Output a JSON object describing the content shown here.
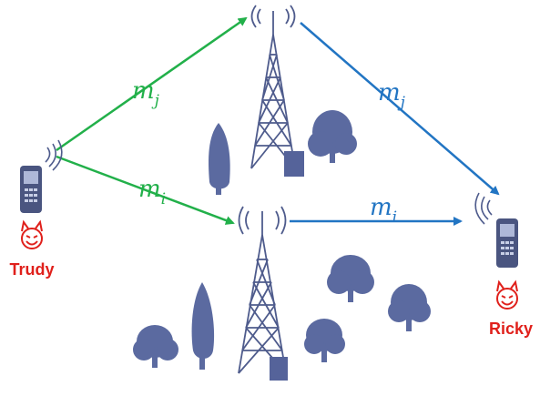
{
  "colors": {
    "green_path": "#22b04a",
    "blue_path": "#2275c3",
    "attacker_red": "#e0201b",
    "tower": "#4e5b8c",
    "tree": "#5b6aa0",
    "phone": "#4a5580"
  },
  "actors": {
    "sender": {
      "name": "Trudy",
      "icon": "devil-face-icon"
    },
    "receiver": {
      "name": "Ricky",
      "icon": "devil-face-icon"
    }
  },
  "messages": {
    "upper_left": {
      "base": "m",
      "sub": "j"
    },
    "upper_right": {
      "base": "m",
      "sub": "j"
    },
    "lower_left": {
      "base": "m",
      "sub": "i"
    },
    "lower_right": {
      "base": "m",
      "sub": "i"
    }
  },
  "nodes": {
    "top_tower": "cell-tower-icon",
    "bottom_tower": "cell-tower-icon",
    "sender_phone": "mobile-phone-icon",
    "receiver_phone": "mobile-phone-icon"
  }
}
